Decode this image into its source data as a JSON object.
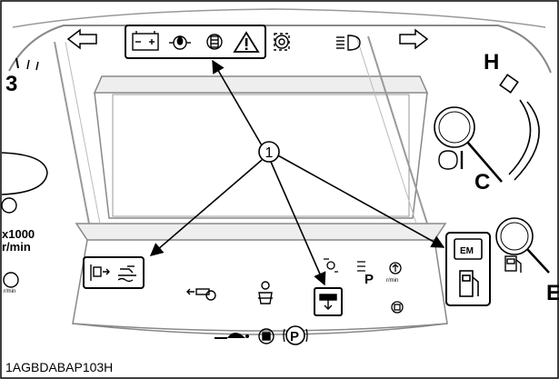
{
  "callout": {
    "number": "1"
  },
  "figure_code": "1AGBDABAP103H",
  "gauges": {
    "temp_hot": "H",
    "temp_cold": "C",
    "fuel_empty": "E"
  },
  "tachometer": {
    "scale_number": "3",
    "scale_unit_line1": "x1000",
    "scale_unit_line2": "r/min"
  },
  "indicators": {
    "parking_letter": "P",
    "pto_letter": "P",
    "engine_mgmt": "EM",
    "rpm_unit": "r/min"
  }
}
